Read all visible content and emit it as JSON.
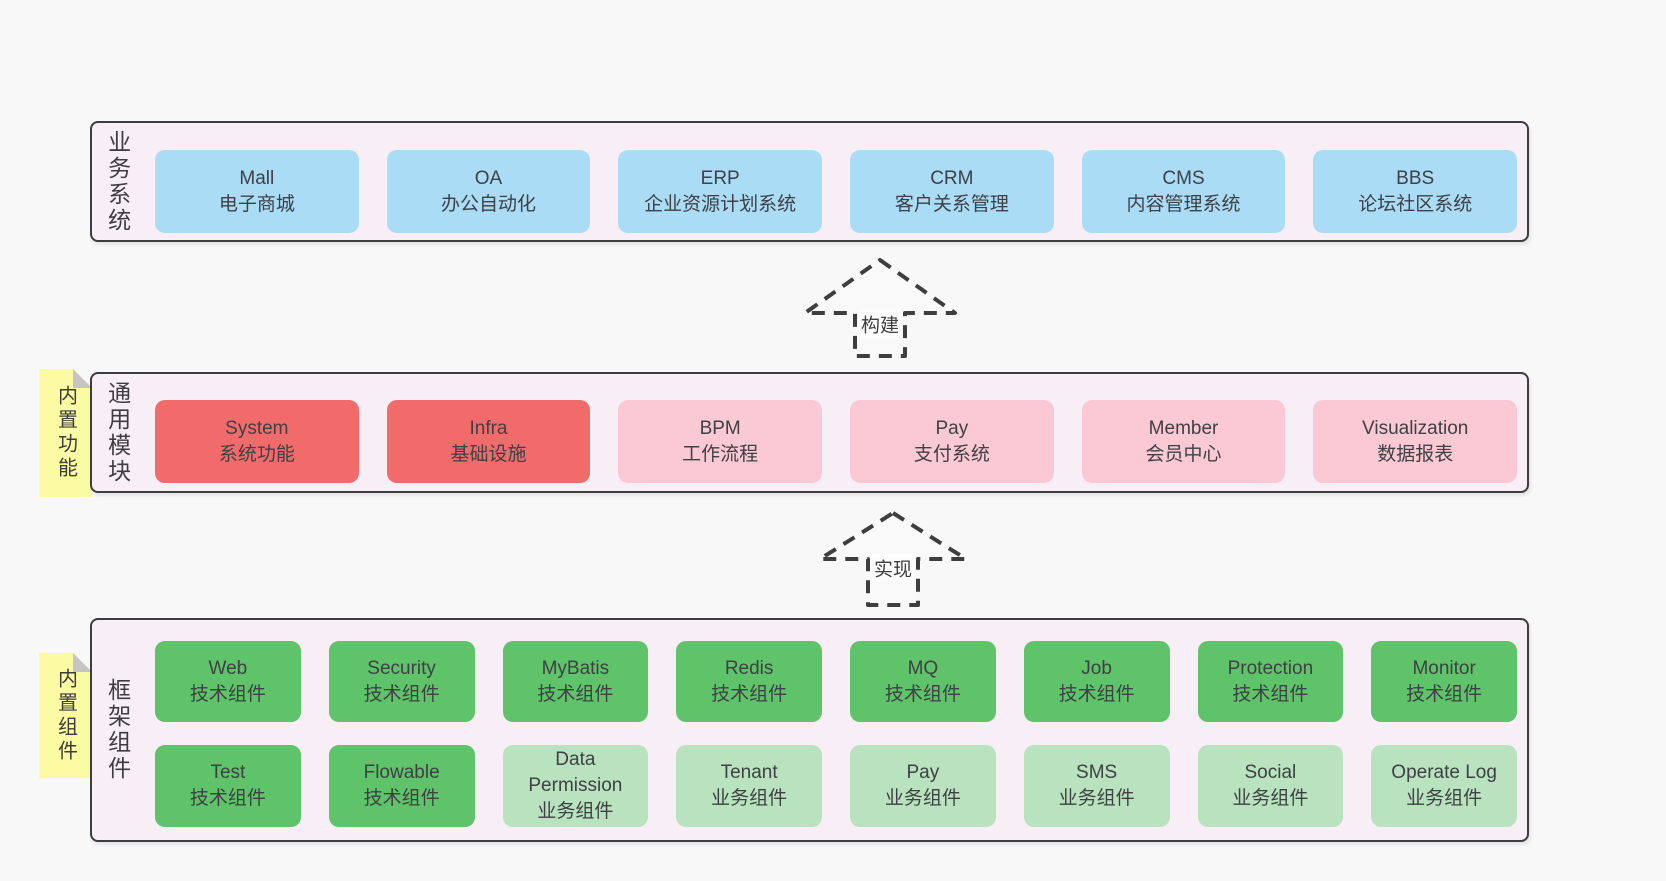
{
  "colors": {
    "page_background": "#f8f8f8",
    "band_background": "#f8eef6",
    "band_border": "#3d3d3d",
    "box_blue": "#aadcf6",
    "box_red": "#f16b6b",
    "box_pink": "#fbc9d4",
    "box_green": "#5ec369",
    "box_light_green": "#b8e3be",
    "sticky_yellow": "#fbfba3",
    "sticky_fold_gray": "#c5c5c5"
  },
  "arrows": {
    "build": "构建",
    "implement": "实现"
  },
  "sections": {
    "business": {
      "label": "业务系统",
      "boxes": [
        {
          "title": "Mall",
          "subtitle": "电子商城"
        },
        {
          "title": "OA",
          "subtitle": "办公自动化"
        },
        {
          "title": "ERP",
          "subtitle": "企业资源计划系统"
        },
        {
          "title": "CRM",
          "subtitle": "客户关系管理"
        },
        {
          "title": "CMS",
          "subtitle": "内容管理系统"
        },
        {
          "title": "BBS",
          "subtitle": "论坛社区系统"
        }
      ]
    },
    "modules": {
      "label": "通用模块",
      "sticky": "内置功能",
      "boxes": [
        {
          "title": "System",
          "subtitle": "系统功能"
        },
        {
          "title": "Infra",
          "subtitle": "基础设施"
        },
        {
          "title": "BPM",
          "subtitle": "工作流程"
        },
        {
          "title": "Pay",
          "subtitle": "支付系统"
        },
        {
          "title": "Member",
          "subtitle": "会员中心"
        },
        {
          "title": "Visualization",
          "subtitle": "数据报表"
        }
      ]
    },
    "framework": {
      "label": "框架组件",
      "sticky": "内置组件",
      "row1": [
        {
          "title": "Web",
          "subtitle": "技术组件"
        },
        {
          "title": "Security",
          "subtitle": "技术组件"
        },
        {
          "title": "MyBatis",
          "subtitle": "技术组件"
        },
        {
          "title": "Redis",
          "subtitle": "技术组件"
        },
        {
          "title": "MQ",
          "subtitle": "技术组件"
        },
        {
          "title": "Job",
          "subtitle": "技术组件"
        },
        {
          "title": "Protection",
          "subtitle": "技术组件"
        },
        {
          "title": "Monitor",
          "subtitle": "技术组件"
        }
      ],
      "row2": [
        {
          "title": "Test",
          "subtitle": "技术组件"
        },
        {
          "title": "Flowable",
          "subtitle": "技术组件"
        },
        {
          "title": "Data Permission",
          "subtitle": "业务组件"
        },
        {
          "title": "Tenant",
          "subtitle": "业务组件"
        },
        {
          "title": "Pay",
          "subtitle": "业务组件"
        },
        {
          "title": "SMS",
          "subtitle": "业务组件"
        },
        {
          "title": "Social",
          "subtitle": "业务组件"
        },
        {
          "title": "Operate Log",
          "subtitle": "业务组件"
        }
      ]
    }
  }
}
